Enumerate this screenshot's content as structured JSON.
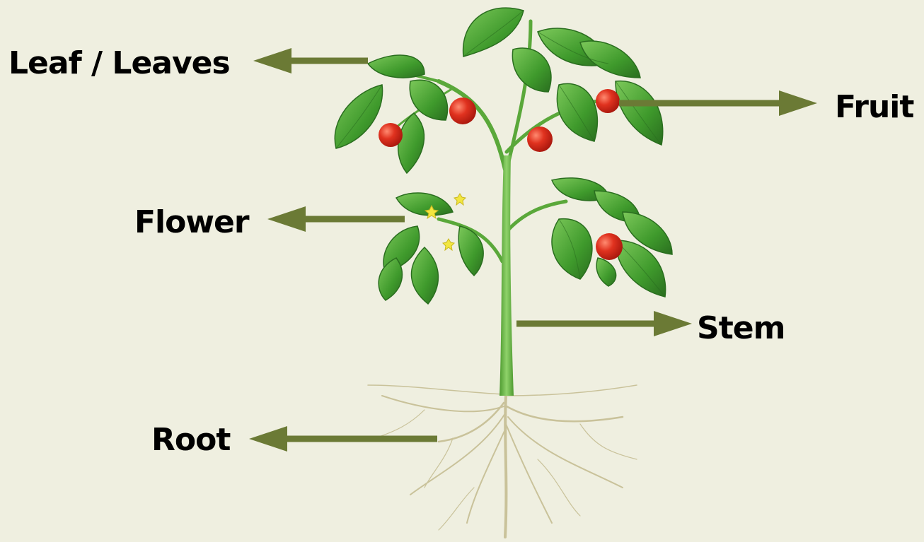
{
  "labels": {
    "leaf": "Leaf / Leaves",
    "fruit": "Fruit",
    "flower": "Flower",
    "stem": "Stem",
    "root": "Root"
  },
  "colors": {
    "background": "#efefe0",
    "arrow": "#6b7a35",
    "leaf": "#3f9a2c",
    "leaf_dark": "#2a6e1f",
    "stem": "#6bb845",
    "fruit": "#d62d1e",
    "flower": "#f2e640",
    "root": "#c9c29a"
  }
}
